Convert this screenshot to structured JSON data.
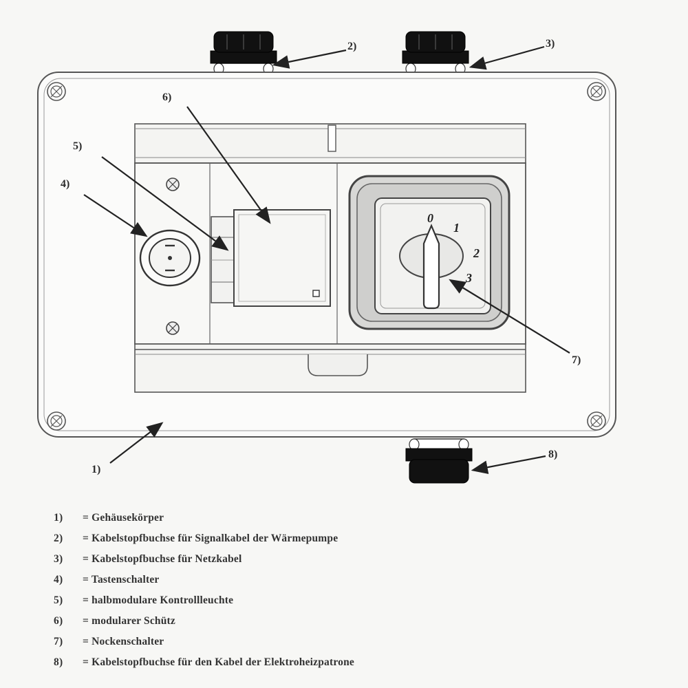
{
  "title": "Anschlussbox Diagramm",
  "colors": {
    "line": "#4a4a4a",
    "dark_part": "#141414",
    "bezel_gray": "#d8d8d6",
    "panel_fill": "#f8f8f6",
    "paper": "#f7f7f5",
    "arrow": "#222222"
  },
  "callouts": [
    {
      "label": "1)"
    },
    {
      "label": "2)"
    },
    {
      "label": "3)"
    },
    {
      "label": "4)"
    },
    {
      "label": "5)"
    },
    {
      "label": "6)"
    },
    {
      "label": "7)"
    },
    {
      "label": "8)"
    }
  ],
  "switch_positions": {
    "p0": "0",
    "p1": "1",
    "p2": "2",
    "p3": "3"
  },
  "legend": {
    "items": [
      {
        "num": "1)",
        "text": "= Gehäusekörper"
      },
      {
        "num": "2)",
        "text": "= Kabelstopfbuchse für Signalkabel der Wärmepumpe"
      },
      {
        "num": "3)",
        "text": "= Kabelstopfbuchse für Netzkabel"
      },
      {
        "num": "4)",
        "text": "= Tastenschalter"
      },
      {
        "num": "5)",
        "text": "= halbmodulare Kontrollleuchte"
      },
      {
        "num": "6)",
        "text": "= modularer Schütz"
      },
      {
        "num": "7)",
        "text": "= Nockenschalter"
      },
      {
        "num": "8)",
        "text": "= Kabelstopfbuchse für den Kabel der Elektroheizpatrone"
      }
    ]
  }
}
